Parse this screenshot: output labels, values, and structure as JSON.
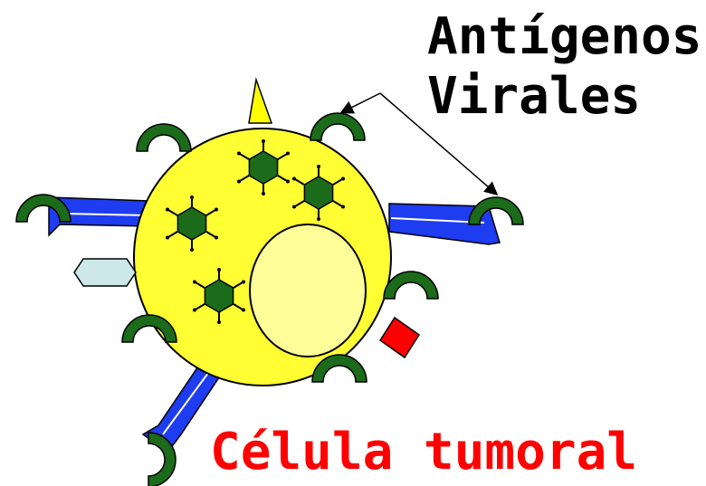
{
  "labels": {
    "antigen_line1": "Antígenos",
    "antigen_line2": "Virales",
    "cell": "Célula tumoral"
  },
  "colors": {
    "cell_body": "#ffff33",
    "nucleus": "#ffff99",
    "antigen": "#1b6b1b",
    "antibody": "#1e3cf0",
    "cell_label": "#ff0000",
    "tag_left": "#cce8e8",
    "tag_right": "#ff0000",
    "spike_top": "#ffff00"
  },
  "icons": {
    "virus": "hexagon-virus-icon",
    "antigen": "half-ring-antigen-icon",
    "antibody": "antibody-receptor-icon"
  }
}
